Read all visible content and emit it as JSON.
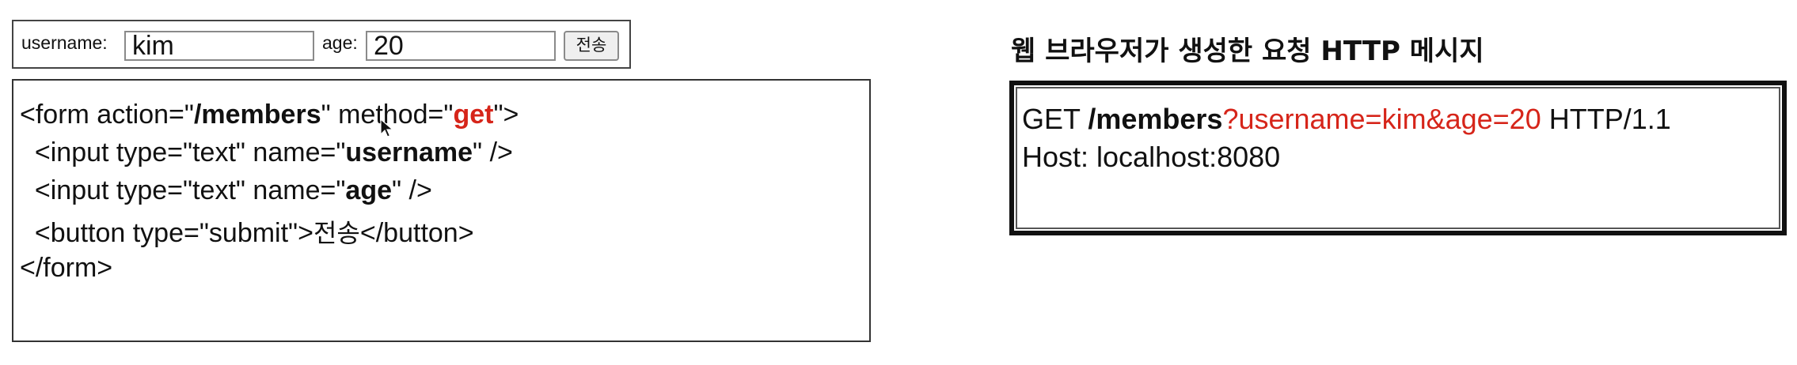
{
  "form_preview": {
    "username_label": "username:",
    "username_value": "kim",
    "age_label": "age:",
    "age_value": "20",
    "submit_label": "전송"
  },
  "code": {
    "l1_a": "<form action=\"",
    "l1_action": "/members",
    "l1_b": "\" method=\"",
    "l1_method": "get",
    "l1_c": "\">",
    "l2_a": "  <input type=\"text\" name=\"",
    "l2_name": "username",
    "l2_b": "\" />",
    "l3_a": "  <input type=\"text\" name=\"",
    "l3_name": "age",
    "l3_b": "\" />",
    "l4_a": "  <button type=\"submit\">",
    "l4_text": "전송",
    "l4_b": "</button>",
    "l5": "</form>"
  },
  "request": {
    "title": "웹 브라우저가 생성한 요청 HTTP 메시지",
    "method": "GET ",
    "path": "/members",
    "query": "?username=kim&age=20",
    "version": " HTTP/1.1",
    "host_line": "Host: localhost:8080"
  },
  "colors": {
    "accent": "#d6251a",
    "border": "#333333"
  },
  "icons": {
    "cursor": "mouse-pointer-icon"
  }
}
